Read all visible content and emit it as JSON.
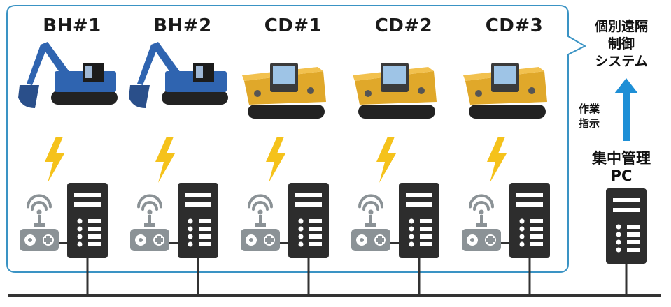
{
  "units": [
    {
      "label": "BH#1",
      "machine": "excavator"
    },
    {
      "label": "BH#2",
      "machine": "excavator"
    },
    {
      "label": "CD#1",
      "machine": "crawler-dump"
    },
    {
      "label": "CD#2",
      "machine": "crawler-dump"
    },
    {
      "label": "CD#3",
      "machine": "crawler-dump"
    }
  ],
  "remote_system": {
    "line1": "個別遠隔",
    "line2": "制御",
    "line3": "システム"
  },
  "instruction": {
    "line1": "作業",
    "line2": "指示"
  },
  "central_pc": {
    "line1": "集中管理",
    "line2": "PC"
  },
  "colors": {
    "frame": "#3a93c4",
    "arrow": "#1e8fd6",
    "bolt": "#f5c21b",
    "server": "#2d2d2d",
    "controller": "#8b9296",
    "network": "#333333",
    "excavator_body": "#2f64b0",
    "dump_body": "#e0a82a"
  }
}
